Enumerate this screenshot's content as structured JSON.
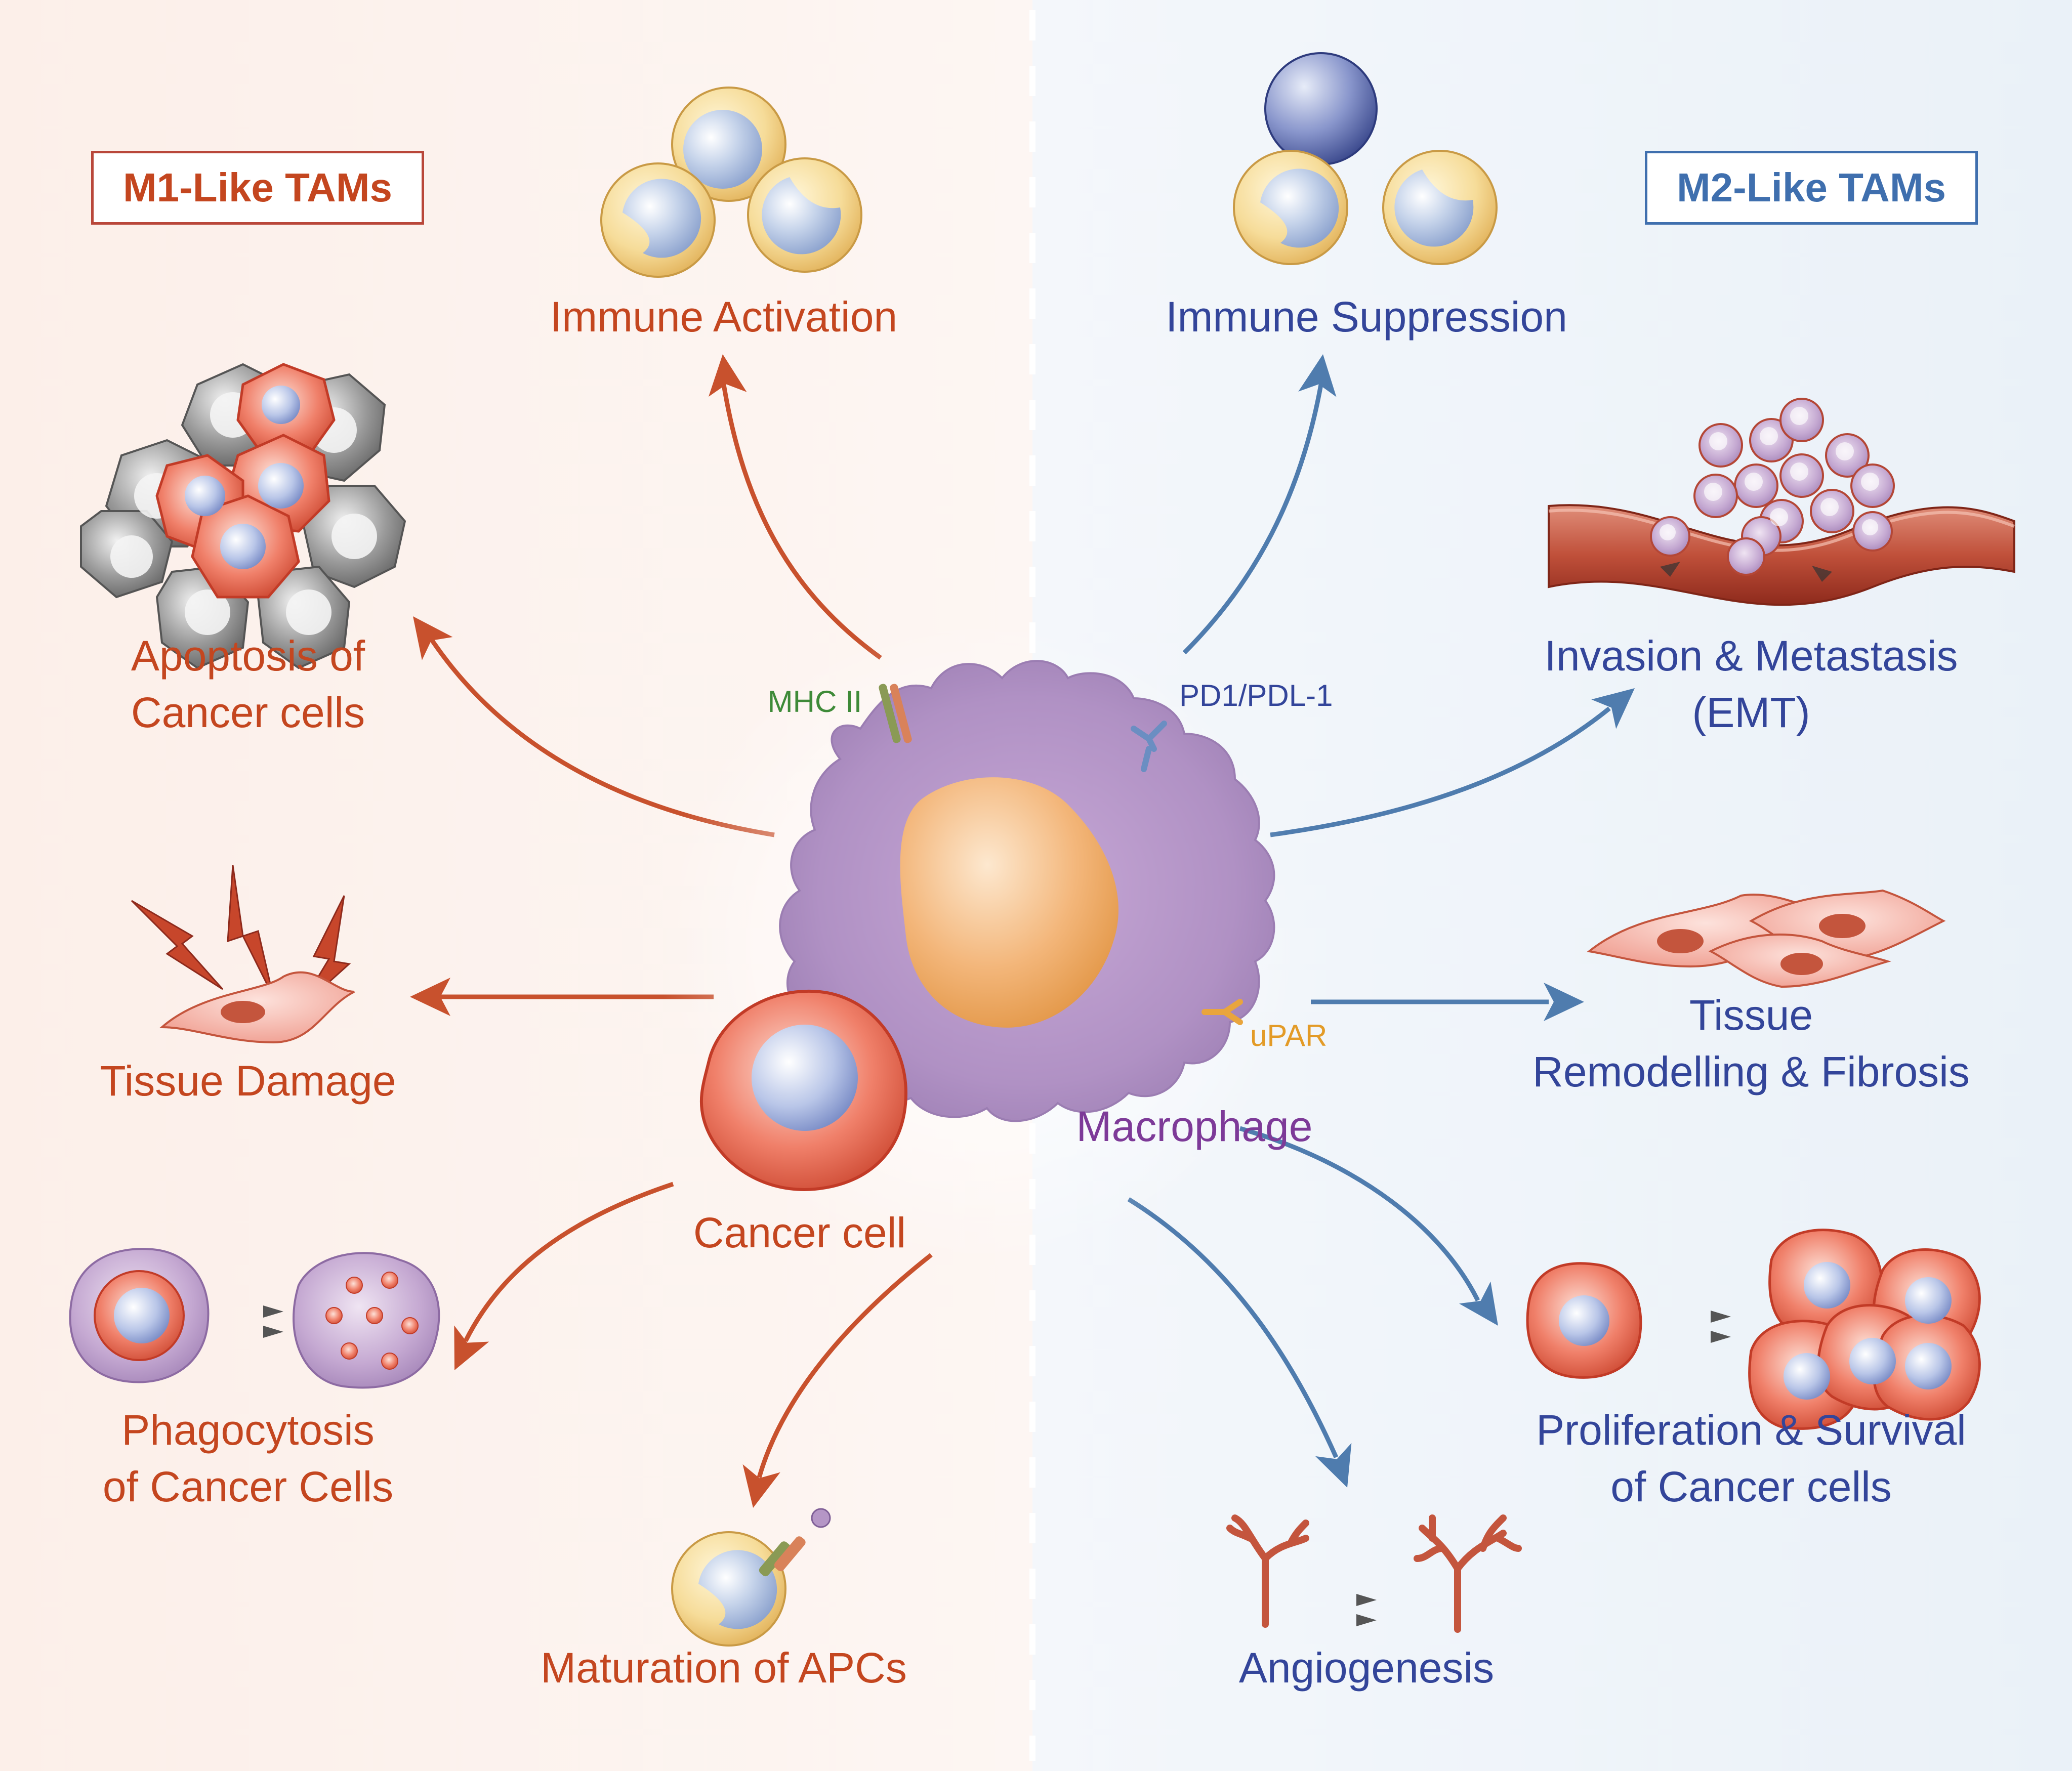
{
  "titles": {
    "m1": "M1-Like TAMs",
    "m2": "M2-Like TAMs"
  },
  "labels": {
    "immune_activation": "Immune Activation",
    "immune_suppression": "Immune Suppression",
    "apoptosis_line1": "Apoptosis of",
    "apoptosis_line2": "Cancer cells",
    "invasion_line1": "Invasion & Metastasis",
    "invasion_line2": "(EMT)",
    "tissue_damage": "Tissue Damage",
    "remodelling_line1": "Tissue",
    "remodelling_line2": "Remodelling & Fibrosis",
    "phago_line1": "Phagocytosis",
    "phago_line2": "of Cancer Cells",
    "prolif_line1": "Proliferation & Survival",
    "prolif_line2": "of Cancer cells",
    "maturation": "Maturation of APCs",
    "angiogenesis": "Angiogenesis",
    "cancer_cell": "Cancer cell",
    "macrophage": "Macrophage",
    "mhc": "MHC II",
    "pd1": "PD1/PDL-1",
    "upar": "uPAR"
  },
  "colors": {
    "m1_text": "#c4461f",
    "m2_text": "#33459a",
    "m1_arrow": "#c8512d",
    "m2_arrow": "#4f7cae",
    "left_bg": "#fdf2ee",
    "right_bg": "#eef3f9",
    "macrophage": "#b596c6",
    "nucleus": "#f2b67c"
  },
  "icons": [
    "t-cell-icon",
    "treg-cell-icon",
    "cancer-cell-icon",
    "dead-cell-icon",
    "lightning-icon",
    "fibroblast-icon",
    "blood-vessel-icon",
    "capillary-icon",
    "phagosome-icon",
    "apc-icon",
    "receptor-icon"
  ]
}
